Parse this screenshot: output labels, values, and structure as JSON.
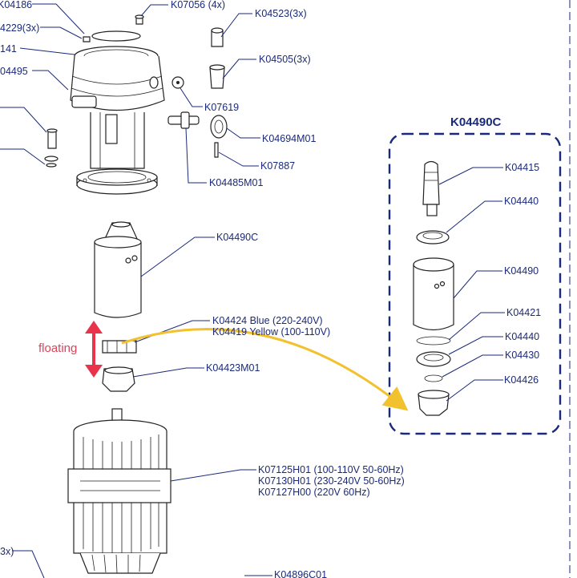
{
  "assembly_title": "K04490C",
  "floating_label": "floating",
  "colors": {
    "label": "#1a2a7a",
    "floating_arrow": "#e8334a",
    "transfer_arrow": "#f2c12e",
    "ink": "#222222"
  },
  "left_labels": [
    "K04186",
    "4229(3x)",
    "141",
    "04495",
    "3x)"
  ],
  "callouts": {
    "k07056": "K07056 (4x)",
    "k04523": "K04523(3x)",
    "k04505": "K04505(3x)",
    "k07619": "K07619",
    "k04694m01": "K04694M01",
    "k07887": "K07887",
    "k04485m01": "K04485M01",
    "k04490c": "K04490C",
    "k04424": "K04424 Blue (220-240V)",
    "k04419": "K04419 Yellow (100-110V)",
    "k04423m01": "K04423M01",
    "k07125h01": "K07125H01 (100-110V 50-60Hz)",
    "k07130h01": "K07130H01 (230-240V 50-60Hz)",
    "k07127h00": "K07127H00  (220V 60Hz)",
    "k04896c01": "K04896C01"
  },
  "inset_labels": [
    "K04415",
    "K04440",
    "K04490",
    "K04421",
    "K04440",
    "K04430",
    "K04426"
  ]
}
